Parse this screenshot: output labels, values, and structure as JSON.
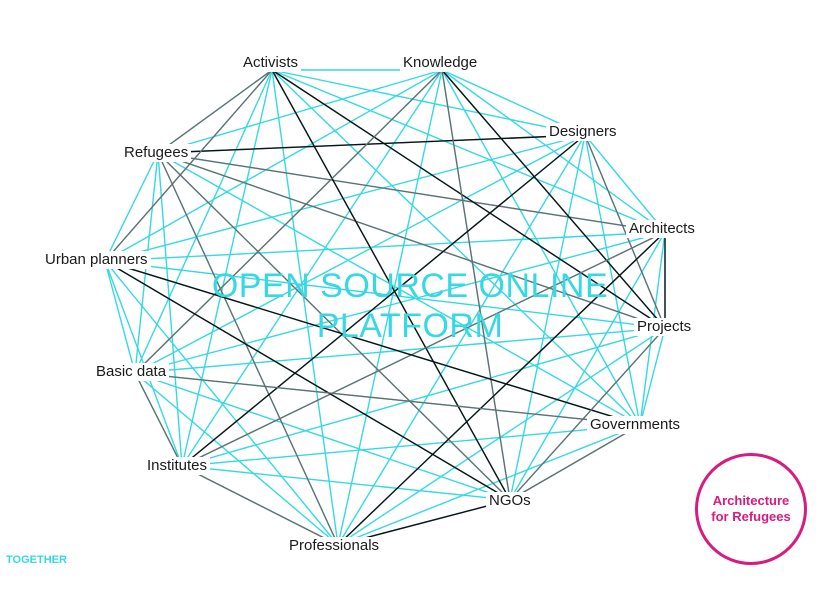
{
  "center_title": "OPEN SOURCE ONLINE PLATFORM",
  "footer_label": "TOGETHER",
  "badge_text": "Architecture for Refugees",
  "colors": {
    "cyan": "#36d9e3",
    "black": "#111111",
    "gray": "#6b6b6b",
    "badge": "#d81b7f"
  },
  "nodes": [
    {
      "id": "activists",
      "label": "Activists"
    },
    {
      "id": "knowledge",
      "label": "Knowledge"
    },
    {
      "id": "designers",
      "label": "Designers"
    },
    {
      "id": "architects",
      "label": "Architects"
    },
    {
      "id": "projects",
      "label": "Projects"
    },
    {
      "id": "governments",
      "label": "Governments"
    },
    {
      "id": "ngos",
      "label": "NGOs"
    },
    {
      "id": "professionals",
      "label": "Professionals"
    },
    {
      "id": "institutes",
      "label": "Institutes"
    },
    {
      "id": "basic_data",
      "label": "Basic data"
    },
    {
      "id": "urban_planners",
      "label": "Urban planners"
    },
    {
      "id": "refugees",
      "label": "Refugees"
    }
  ],
  "edges": [
    {
      "from": "refugees",
      "to": "designers",
      "style": "black"
    },
    {
      "from": "refugees",
      "to": "architects",
      "style": "gray"
    },
    {
      "from": "refugees",
      "to": "projects",
      "style": "gray"
    },
    {
      "from": "refugees",
      "to": "ngos",
      "style": "gray"
    },
    {
      "from": "refugees",
      "to": "professionals",
      "style": "gray"
    },
    {
      "from": "activists",
      "to": "projects",
      "style": "black"
    },
    {
      "from": "activists",
      "to": "ngos",
      "style": "black"
    },
    {
      "from": "activists",
      "to": "refugees",
      "style": "gray"
    },
    {
      "from": "activists",
      "to": "urban_planners",
      "style": "gray"
    },
    {
      "from": "knowledge",
      "to": "projects",
      "style": "black"
    },
    {
      "from": "knowledge",
      "to": "ngos",
      "style": "gray"
    },
    {
      "from": "knowledge",
      "to": "basic_data",
      "style": "gray"
    },
    {
      "from": "designers",
      "to": "institutes",
      "style": "black"
    },
    {
      "from": "designers",
      "to": "projects",
      "style": "gray"
    },
    {
      "from": "architects",
      "to": "professionals",
      "style": "black"
    },
    {
      "from": "architects",
      "to": "projects",
      "style": "black"
    },
    {
      "from": "architects",
      "to": "institutes",
      "style": "gray"
    },
    {
      "from": "urban_planners",
      "to": "governments",
      "style": "black"
    },
    {
      "from": "urban_planners",
      "to": "ngos",
      "style": "black"
    },
    {
      "from": "basic_data",
      "to": "governments",
      "style": "gray"
    },
    {
      "from": "basic_data",
      "to": "institutes",
      "style": "gray"
    },
    {
      "from": "ngos",
      "to": "professionals",
      "style": "black"
    },
    {
      "from": "governments",
      "to": "ngos",
      "style": "gray"
    },
    {
      "from": "projects",
      "to": "ngos",
      "style": "gray"
    },
    {
      "from": "institutes",
      "to": "professionals",
      "style": "gray"
    }
  ]
}
